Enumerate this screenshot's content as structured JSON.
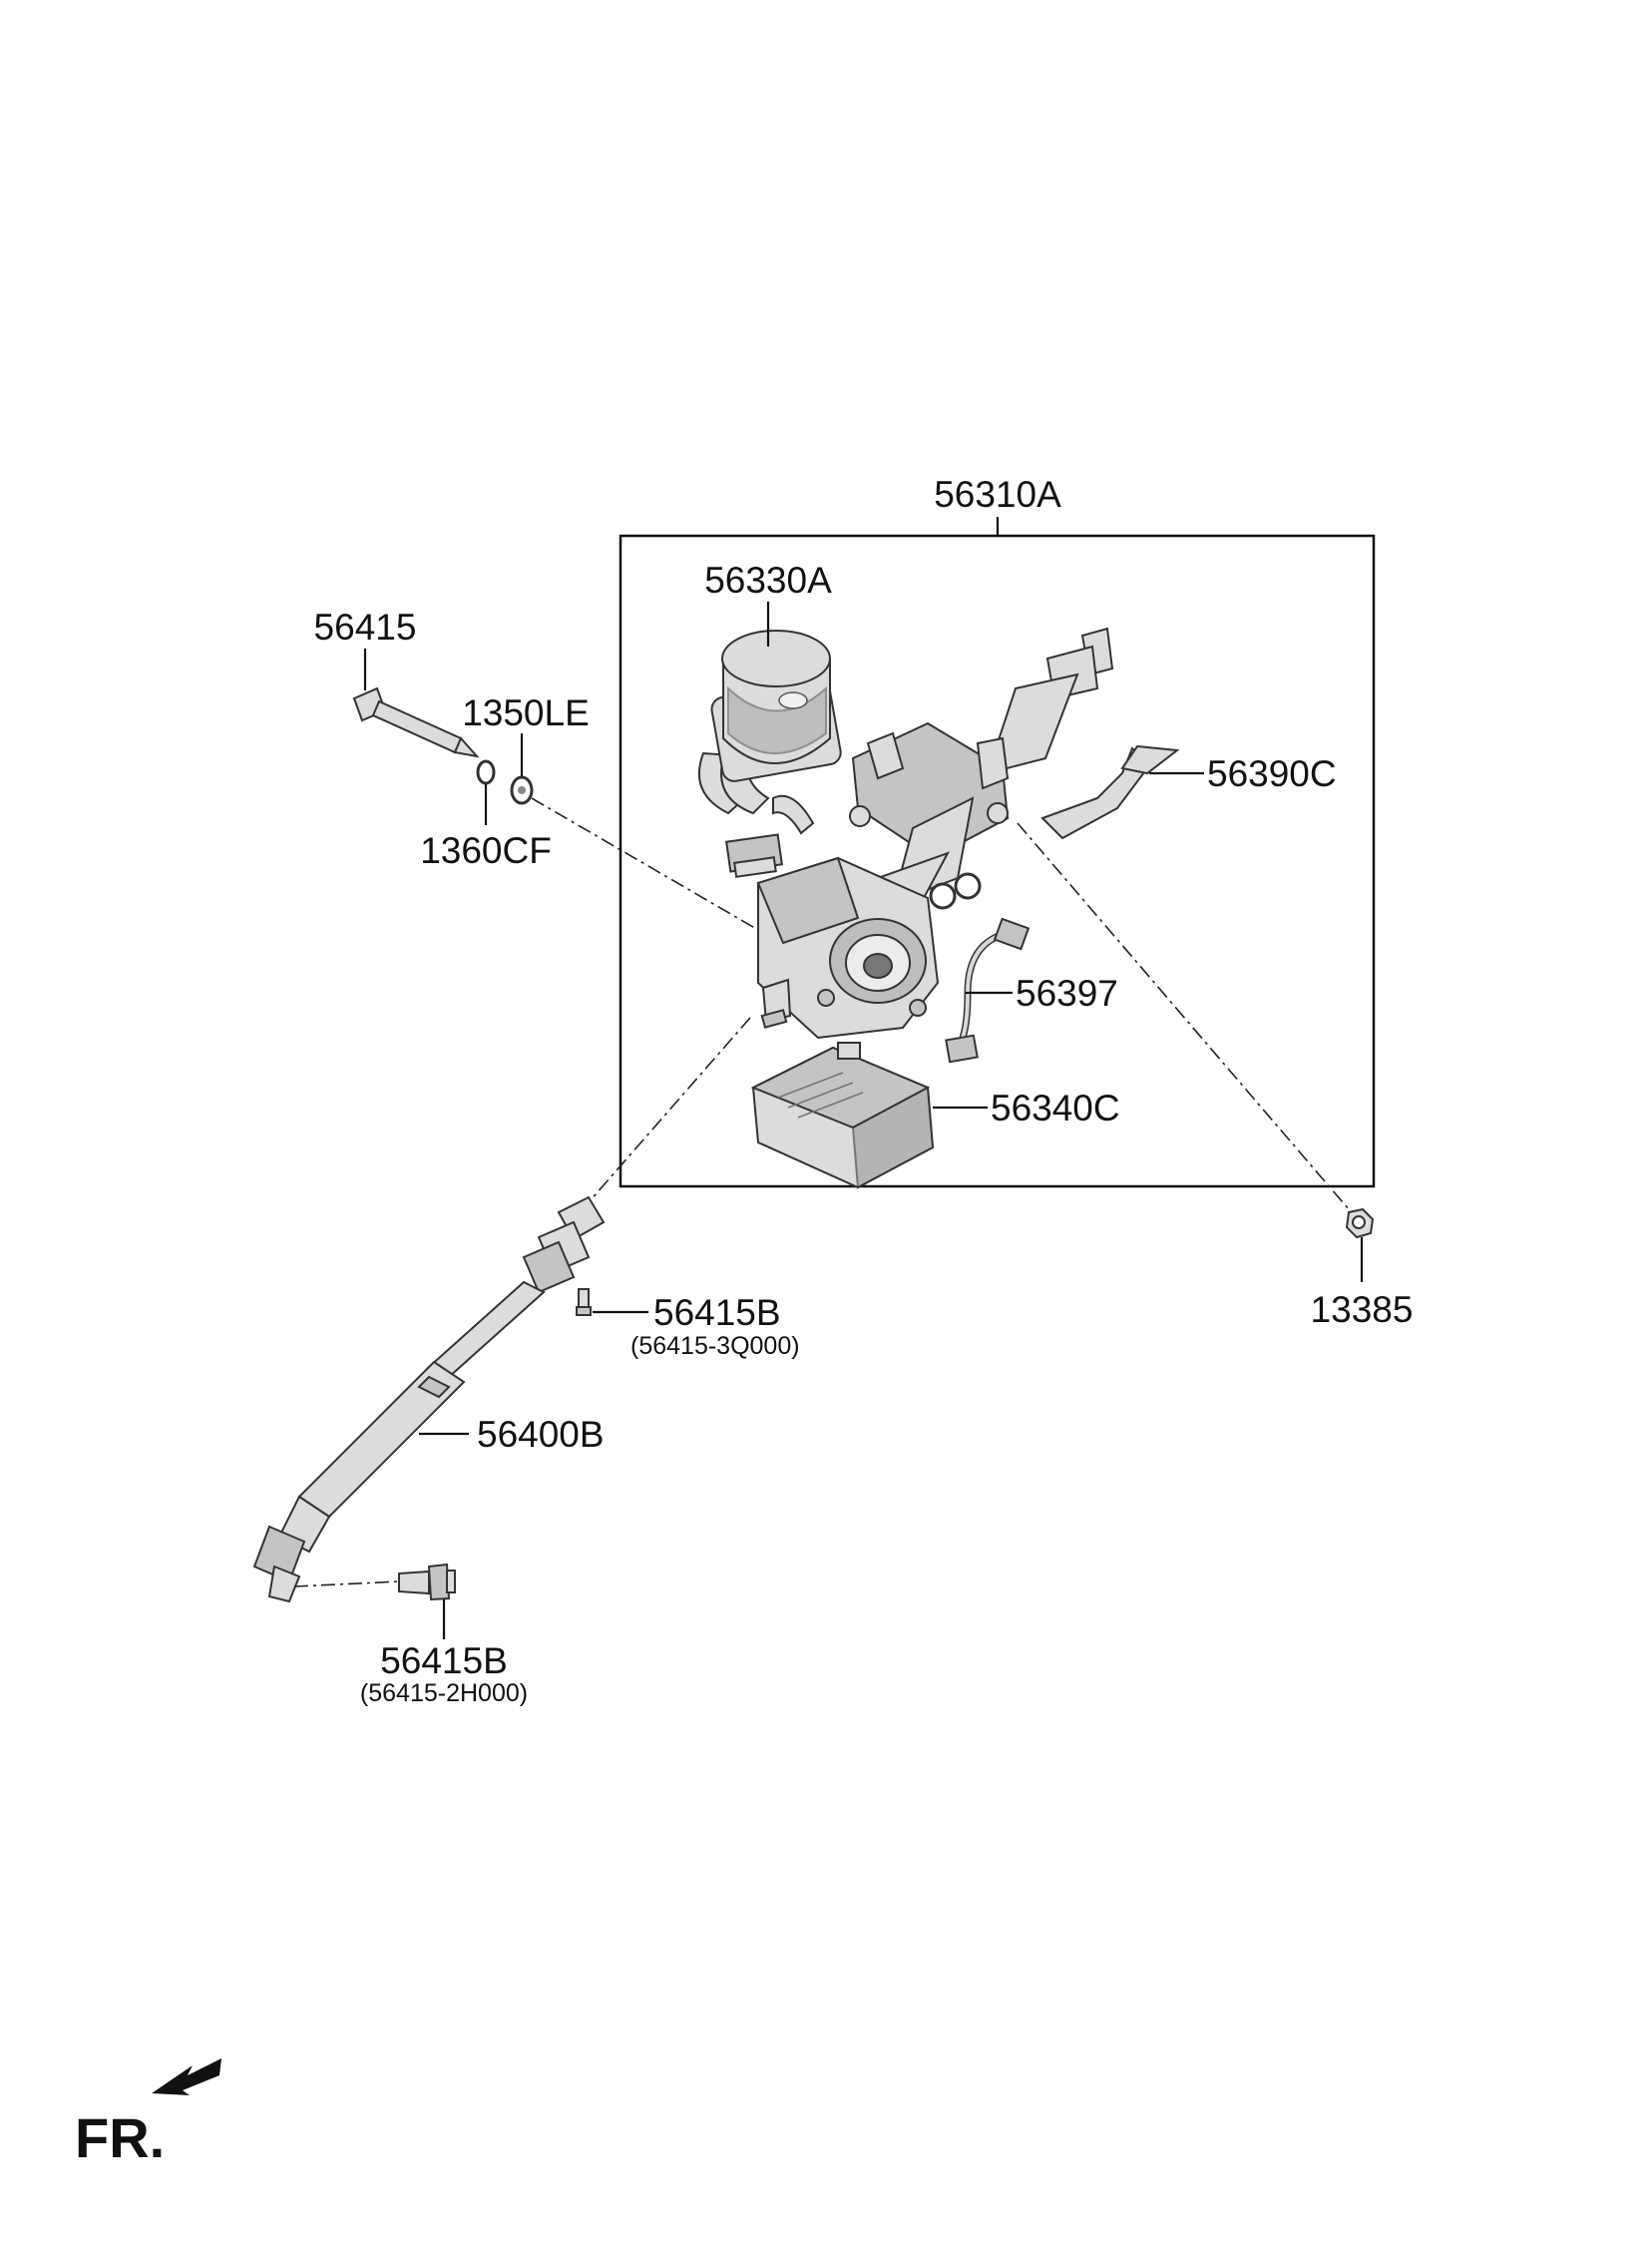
{
  "labels": {
    "assembly": "56310A",
    "motor": "56330A",
    "bolt": "56415",
    "washer_le": "1350LE",
    "washer_cf": "1360CF",
    "lever": "56390C",
    "harness": "56397",
    "ecu": "56340C",
    "nut": "13385",
    "bolt_upper": "56415B",
    "bolt_upper_pn": "(56415-3Q000)",
    "shaft": "56400B",
    "bolt_lower": "56415B",
    "bolt_lower_pn": "(56415-2H000)",
    "front": "FR."
  },
  "colors": {
    "line": "#111111",
    "part_fill": "#dcdcdc",
    "part_shade": "#9a9a9a"
  }
}
